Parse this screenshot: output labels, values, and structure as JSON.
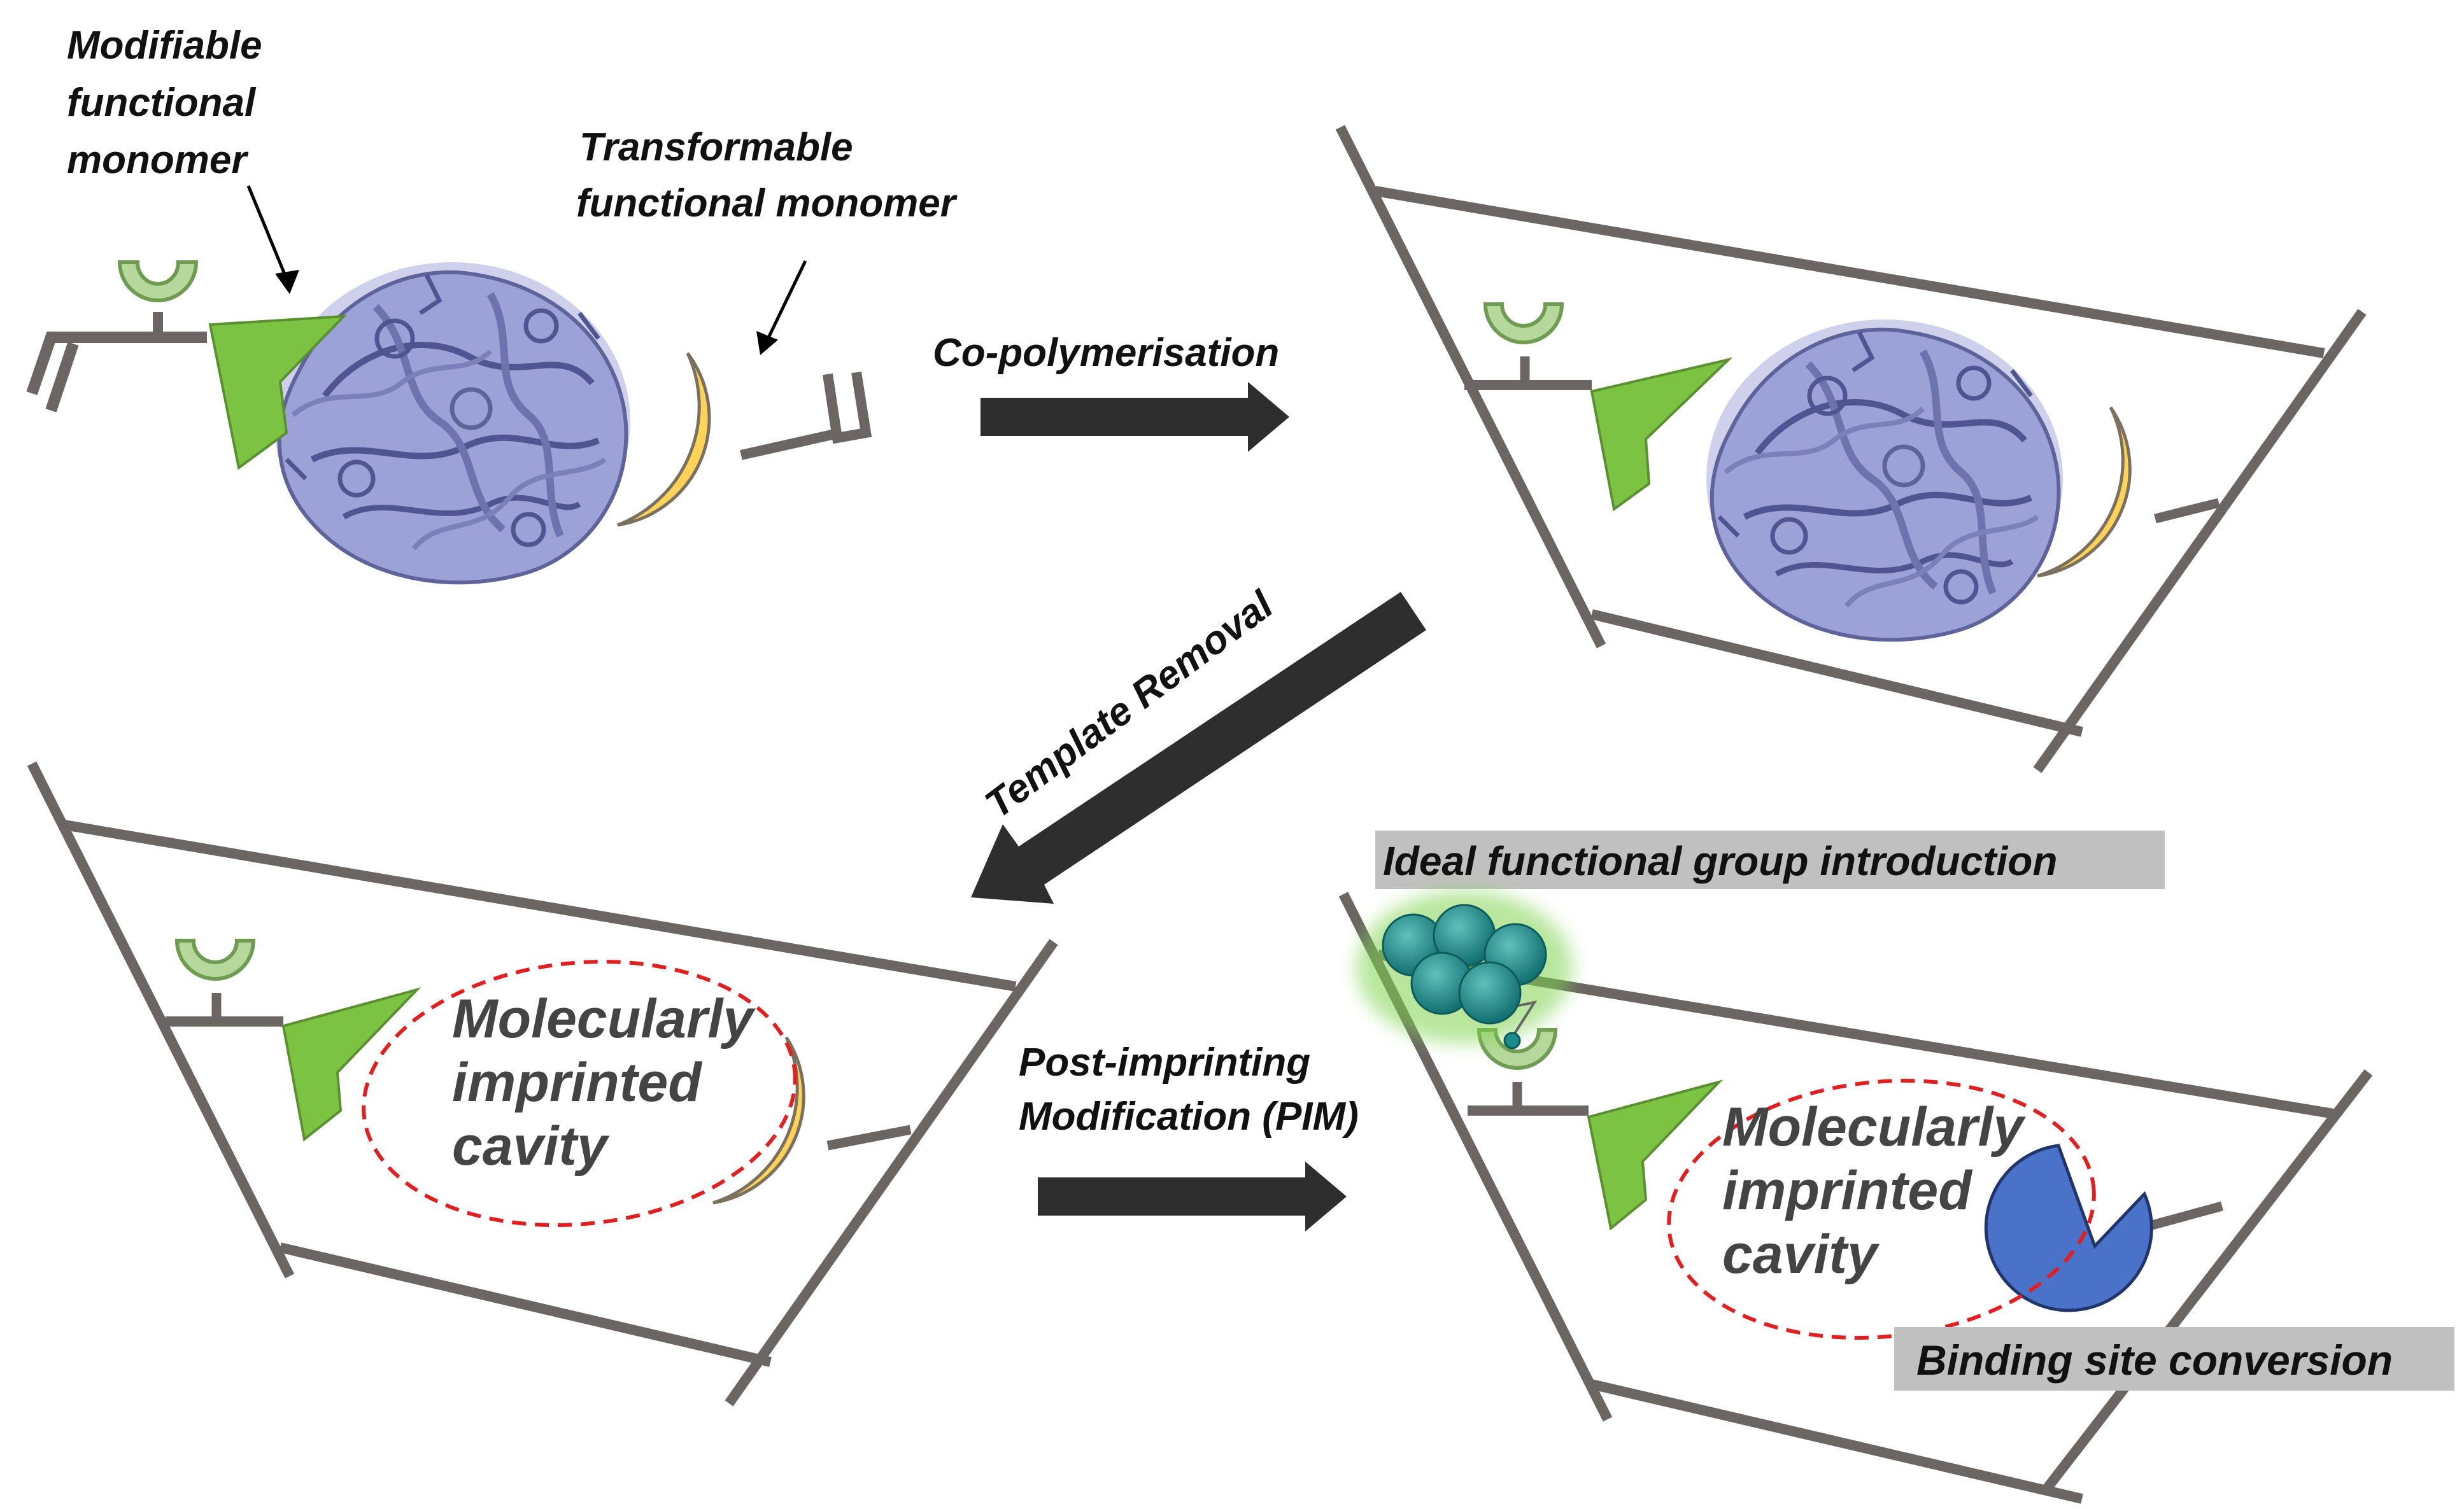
{
  "labels": {
    "modifiable": [
      "Modifiable",
      "functional",
      "monomer"
    ],
    "transformable": [
      "Transformable",
      "functional monomer"
    ],
    "copolymerisation": "Co-polymerisation",
    "template_removal": "Template Removal",
    "pim": [
      "Post-imprinting",
      "Modification (PIM)"
    ],
    "cavity_left": [
      "Molecularly",
      "imprinted",
      "cavity"
    ],
    "cavity_right": [
      "Molecularly",
      "imprinted",
      "cavity"
    ],
    "ideal_group": "Ideal functional group introduction",
    "binding_site": "Binding site conversion"
  },
  "colors": {
    "frame_line": "#6b6664",
    "receptor_cup": "#b7d89c",
    "receptor_cup_edge": "#6f9c52",
    "wedge_green": "#7cc243",
    "crescent_yellow": "#ffd258",
    "crescent_edge": "#7a7060",
    "protein": "#9aa0d6",
    "protein_dark": "#5a6096",
    "cavity_dash": "#e02020",
    "arrow": "#2e2e2e",
    "highlight_box": "#c0c0c0",
    "functional_ball": "#1a8a8a",
    "pacman": "#4a72c9"
  },
  "icons": {
    "cup": "receptor-cup-icon",
    "wedge": "wedge-monomer-icon",
    "crescent": "crescent-monomer-icon",
    "protein": "protein-template-icon",
    "pacman": "binding-site-icon"
  }
}
